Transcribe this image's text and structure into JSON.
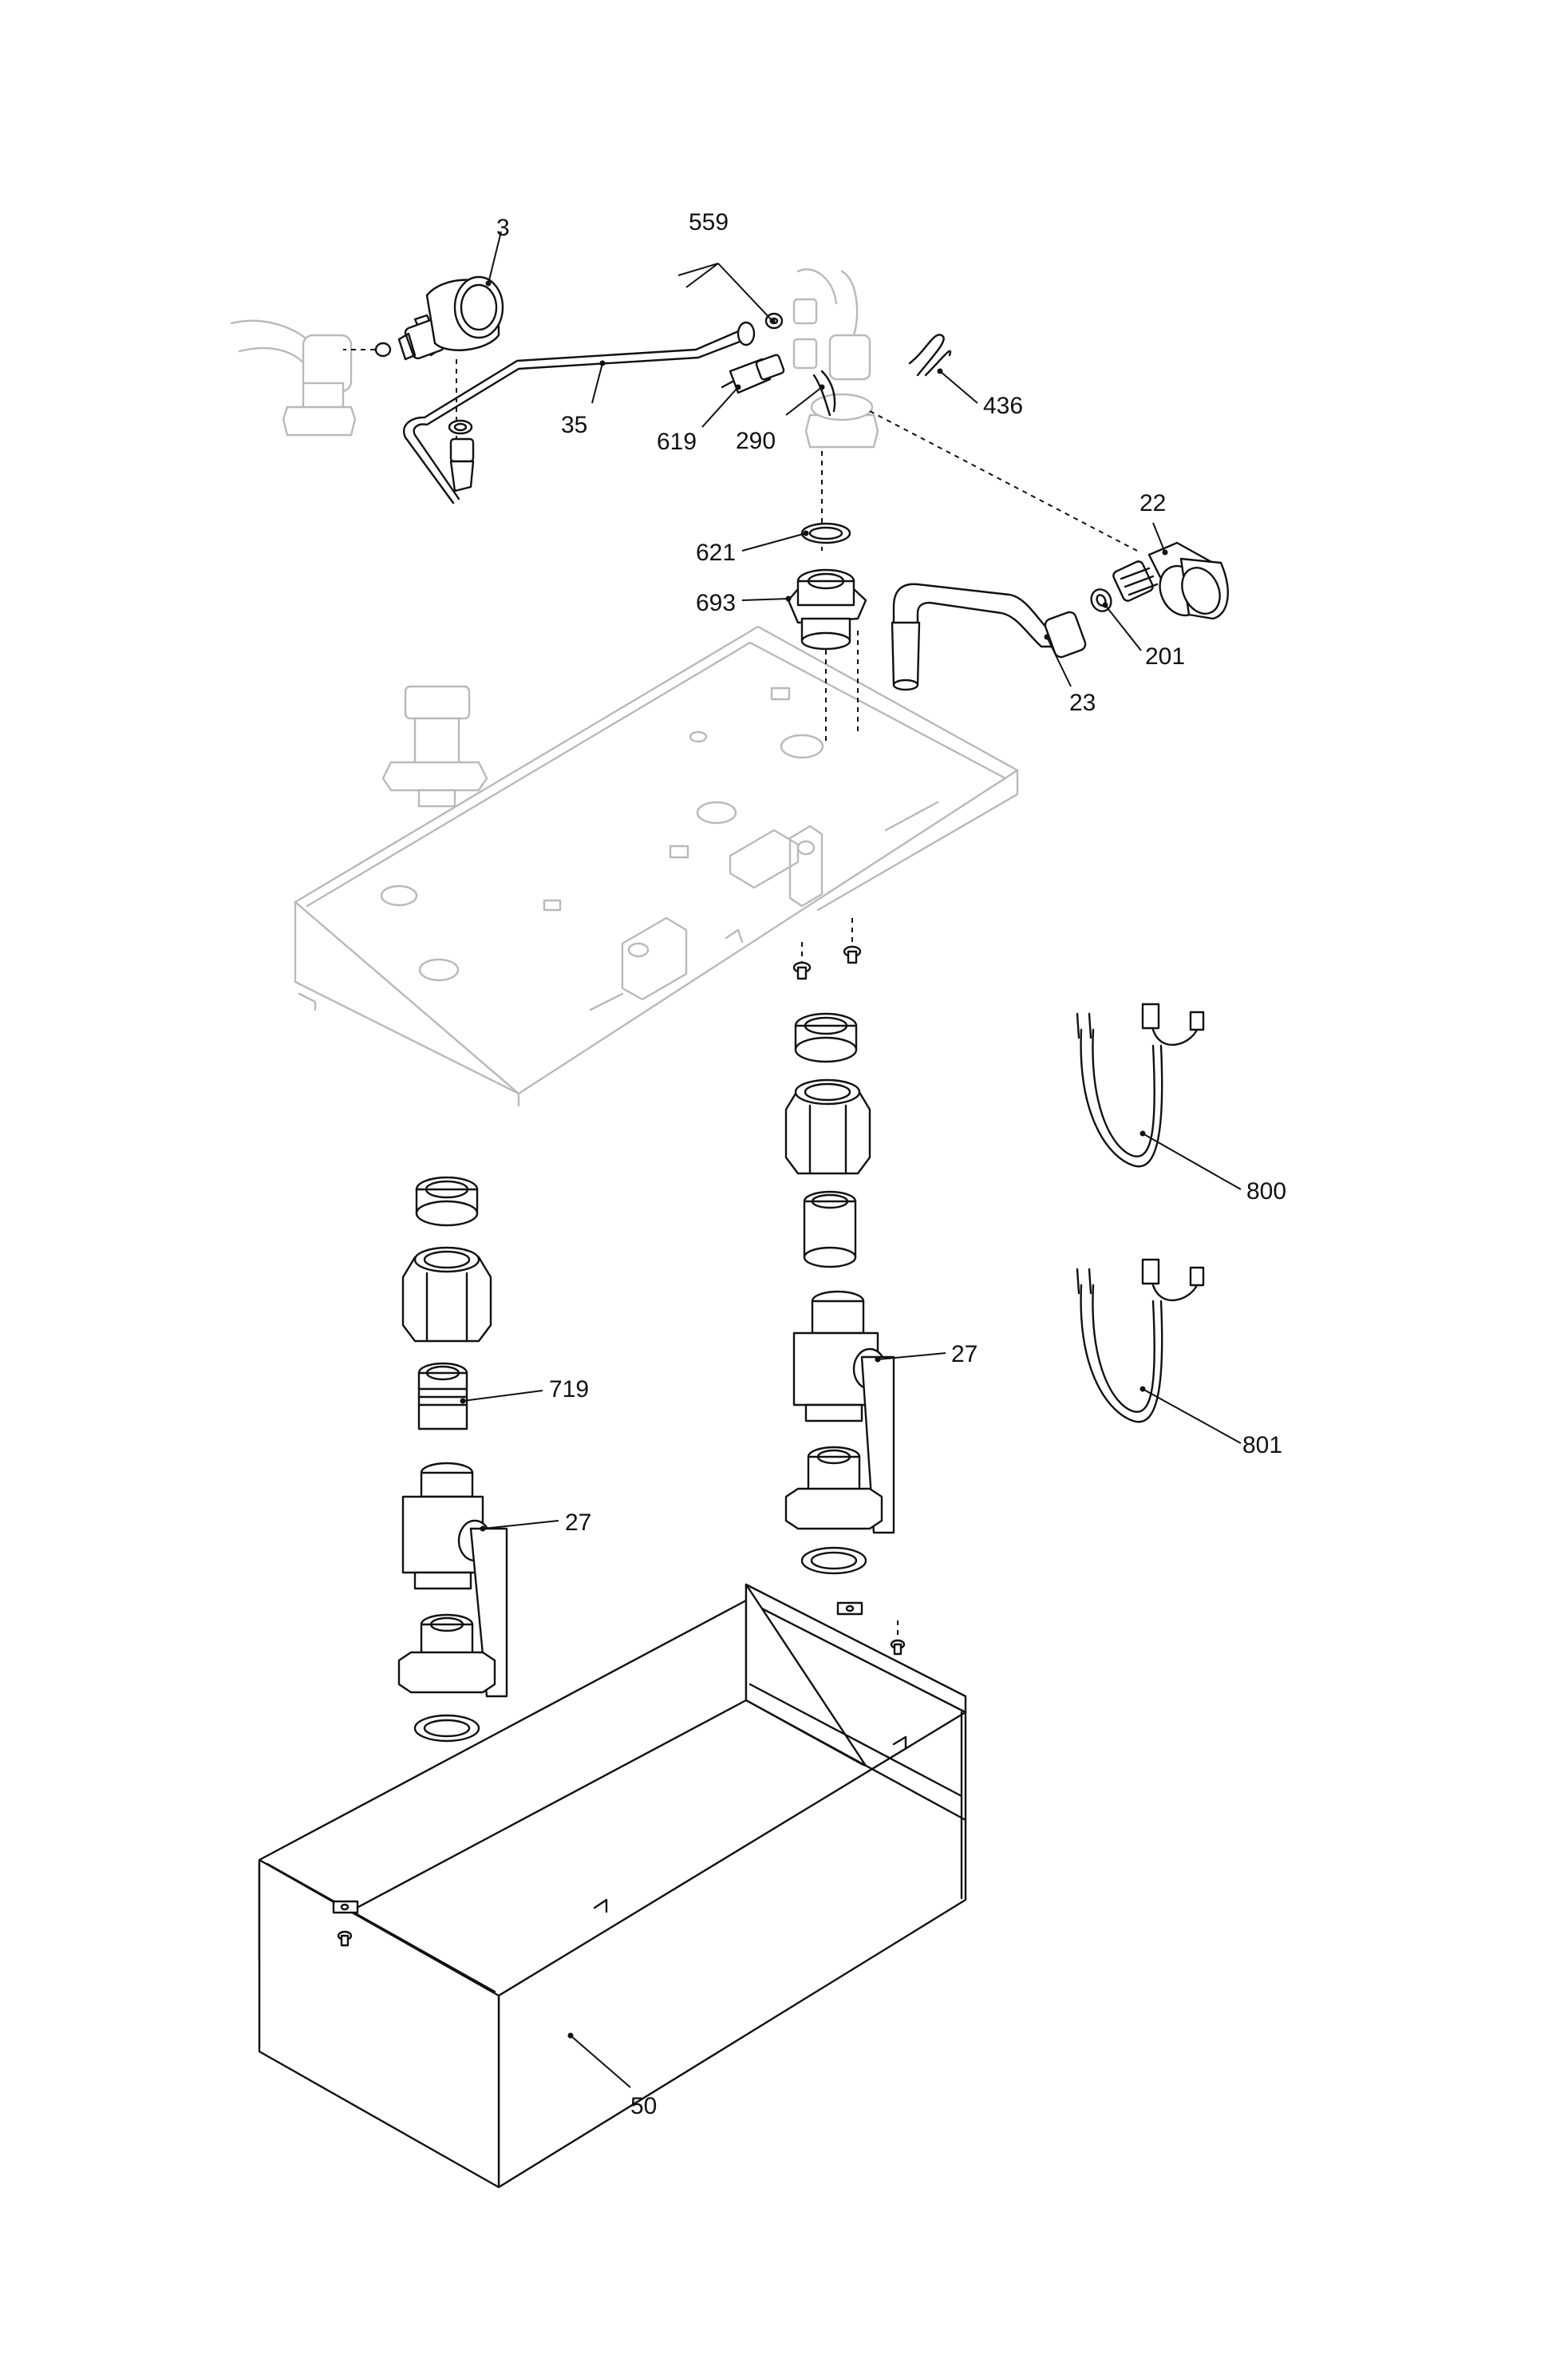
{
  "labels": {
    "p3": "3",
    "p559": "559",
    "p35": "35",
    "p619": "619",
    "p290": "290",
    "p436": "436",
    "p22": "22",
    "p621": "621",
    "p693": "693",
    "p201": "201",
    "p23": "23",
    "p800": "800",
    "p801": "801",
    "p27a": "27",
    "p719": "719",
    "p27b": "27",
    "p50": "50"
  }
}
